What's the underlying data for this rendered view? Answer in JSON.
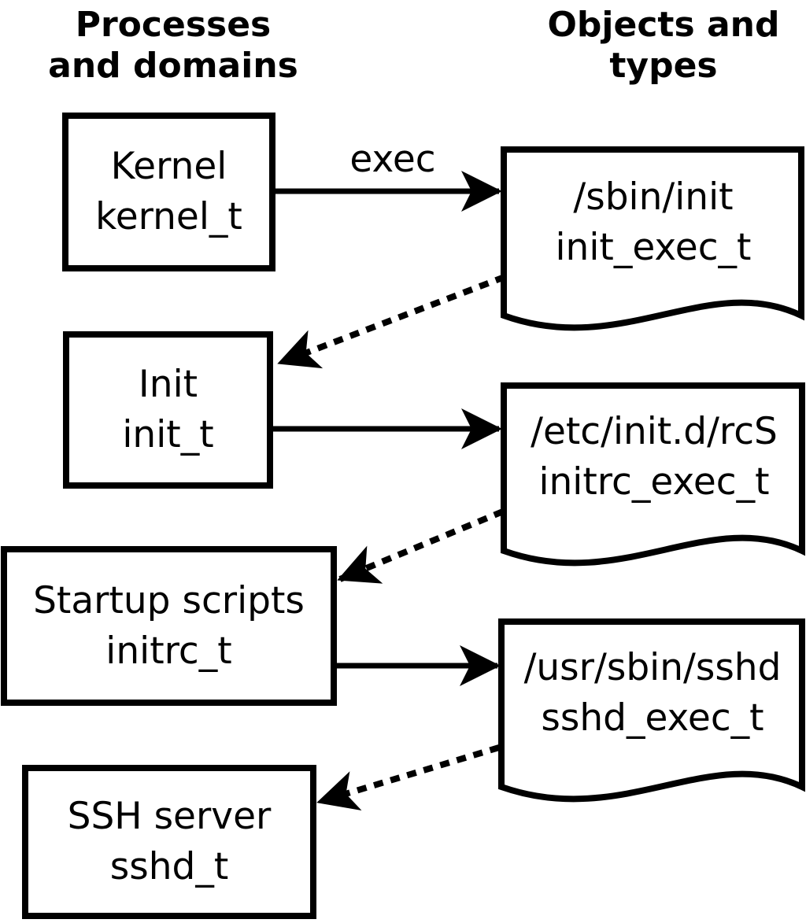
{
  "page": {
    "background_color": "#ffffff",
    "ink_color": "#000000"
  },
  "headings": {
    "left": {
      "line1": "Processes",
      "line2": "and domains"
    },
    "right": {
      "line1": "Objects and",
      "line2": "types"
    }
  },
  "process_nodes": [
    {
      "label": "Kernel",
      "domain": "kernel_t"
    },
    {
      "label": "Init",
      "domain": "init_t"
    },
    {
      "label": "Startup scripts",
      "domain": "initrc_t"
    },
    {
      "label": "SSH server",
      "domain": "sshd_t"
    }
  ],
  "object_nodes": [
    {
      "path": "/sbin/init",
      "type": "init_exec_t"
    },
    {
      "path": "/etc/init.d/rcS",
      "type": "initrc_exec_t"
    },
    {
      "path": "/usr/sbin/sshd",
      "type": "sshd_exec_t"
    }
  ],
  "edge_labels": {
    "exec": "exec"
  }
}
